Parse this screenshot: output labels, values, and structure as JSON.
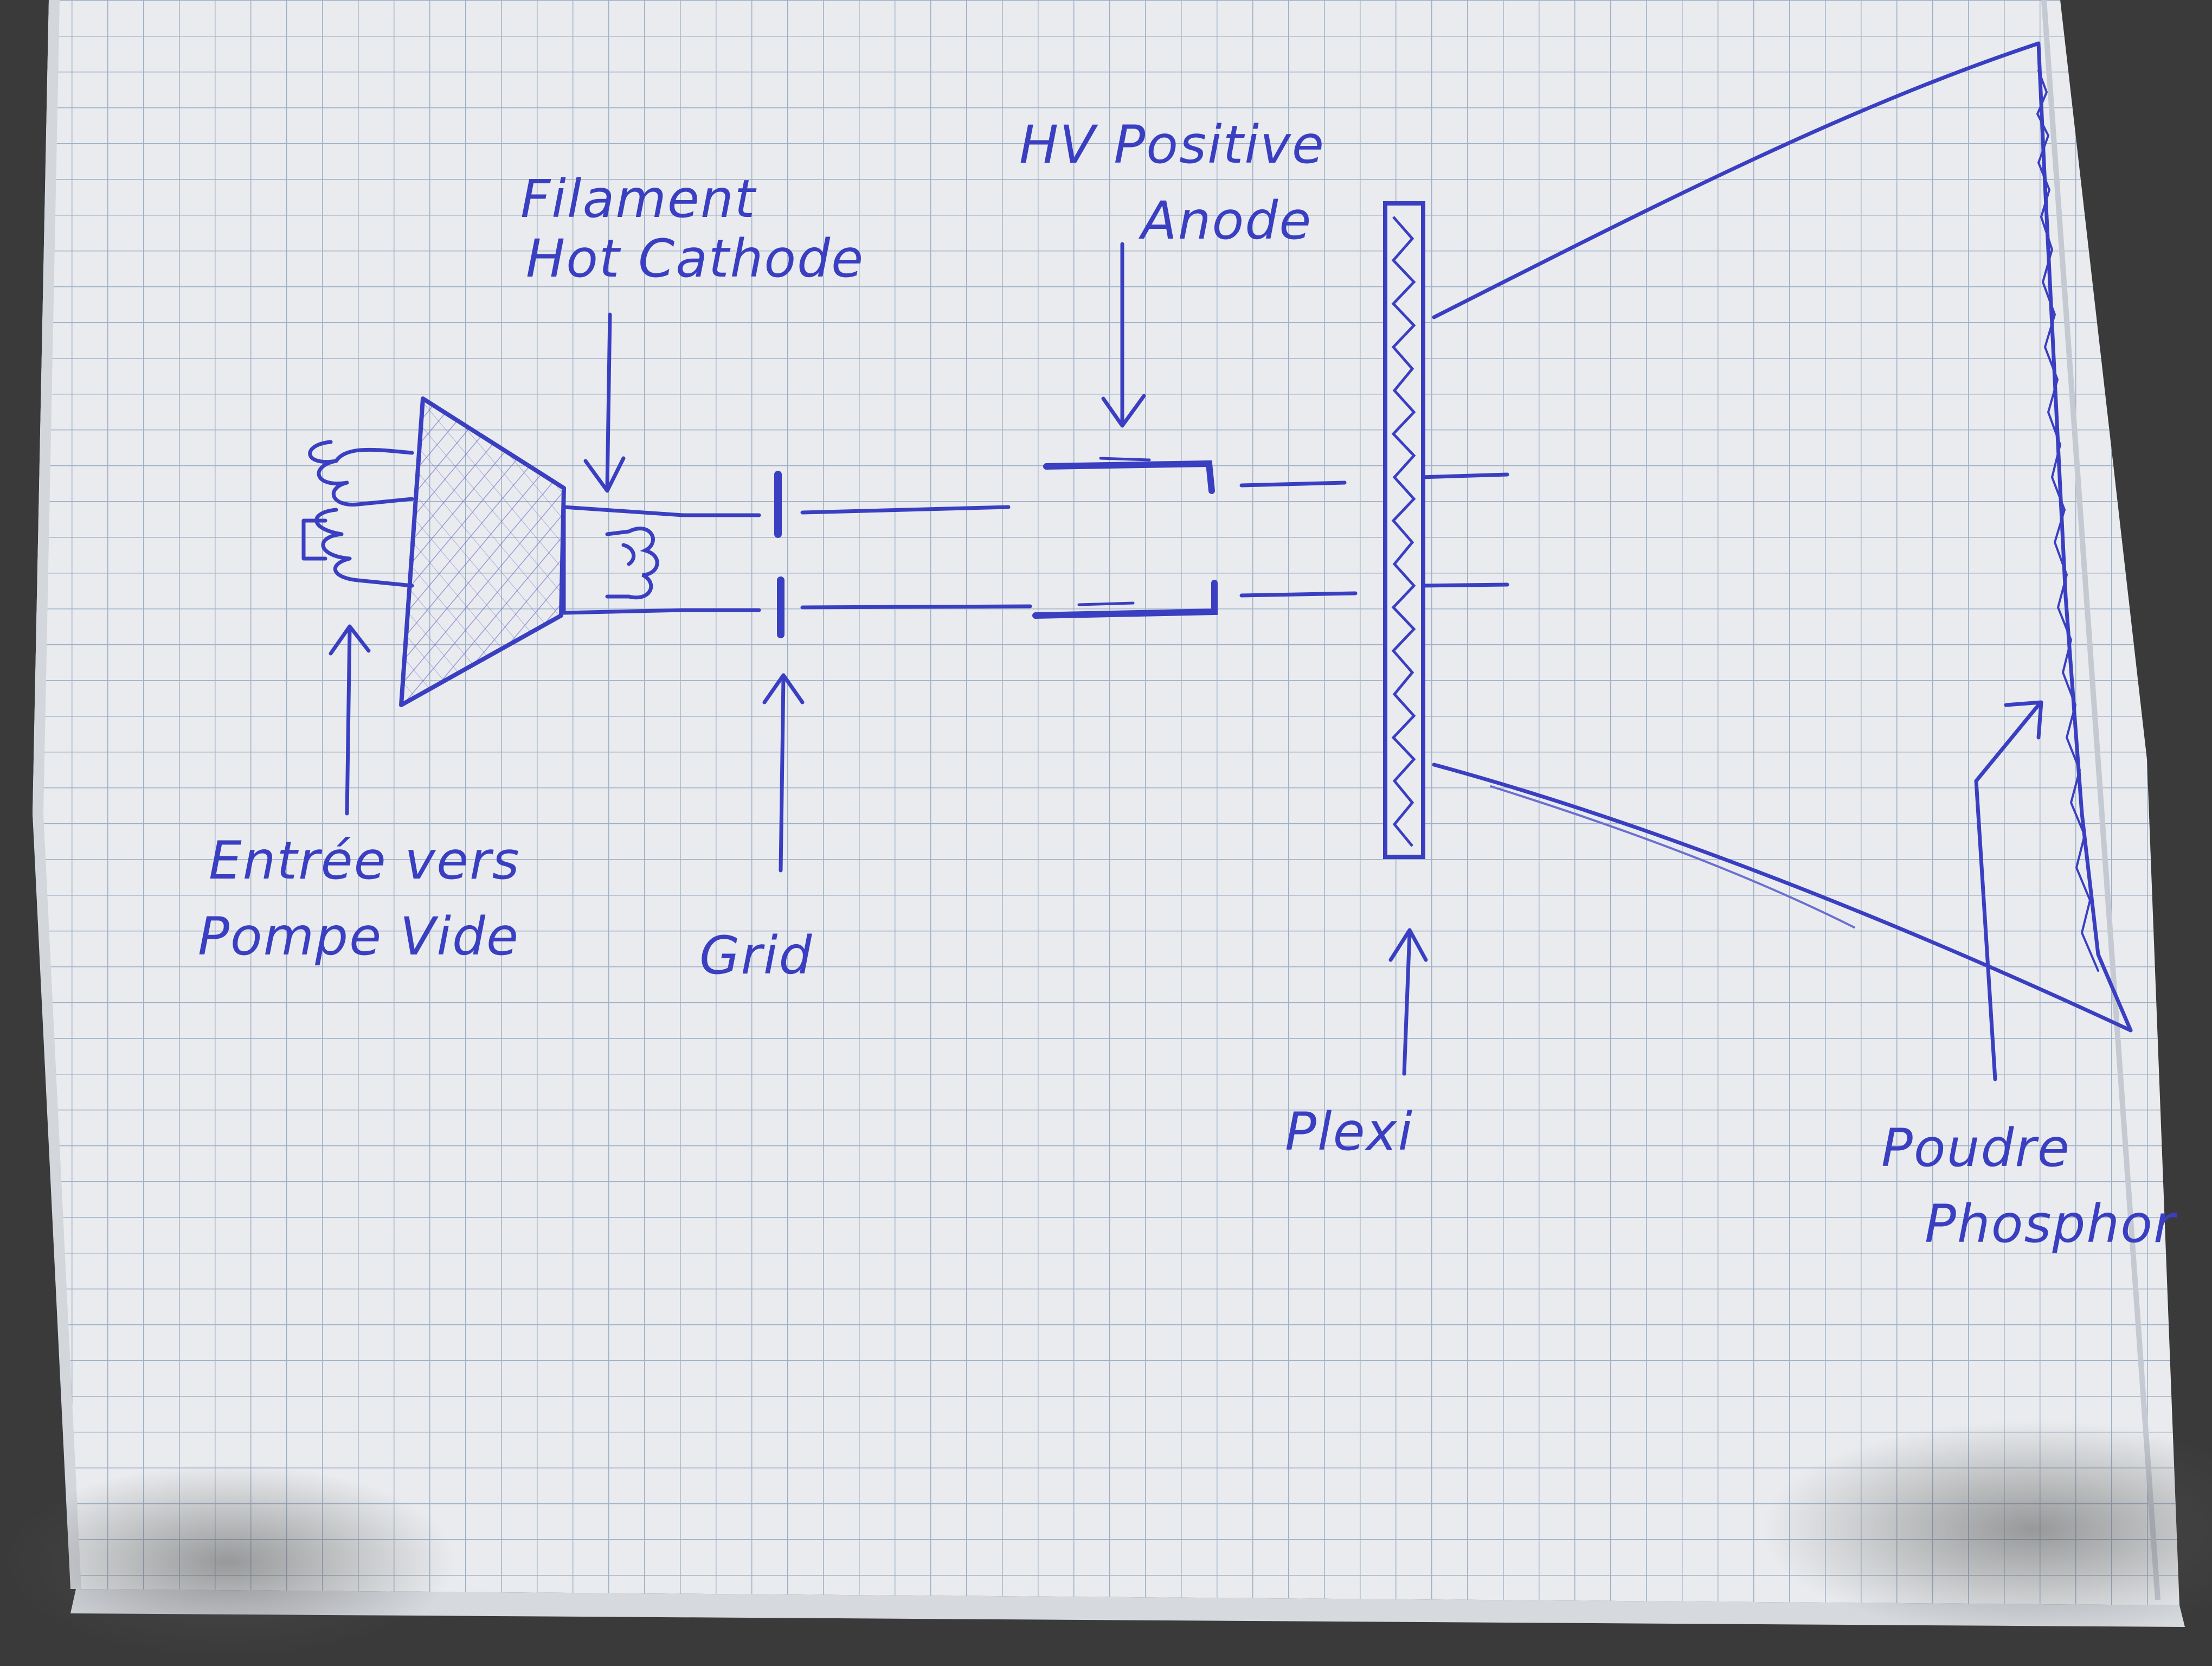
{
  "labels": {
    "filament_line1": "Filament",
    "filament_line2": "Hot Cathode",
    "hv_line1": "HV Positive",
    "hv_line2": "Anode",
    "entree_line1": "Entrée vers",
    "entree_line2": "Pompe Vide",
    "grid": "Grid",
    "plexi": "Plexi",
    "poudre_line1": "Poudre",
    "poudre_line2": "Phosphor"
  },
  "colors": {
    "ink": "#3a3fc2",
    "paper": "#e9ebee",
    "grid_lines": "#9fb0c6",
    "background": "#3a3a3a"
  }
}
